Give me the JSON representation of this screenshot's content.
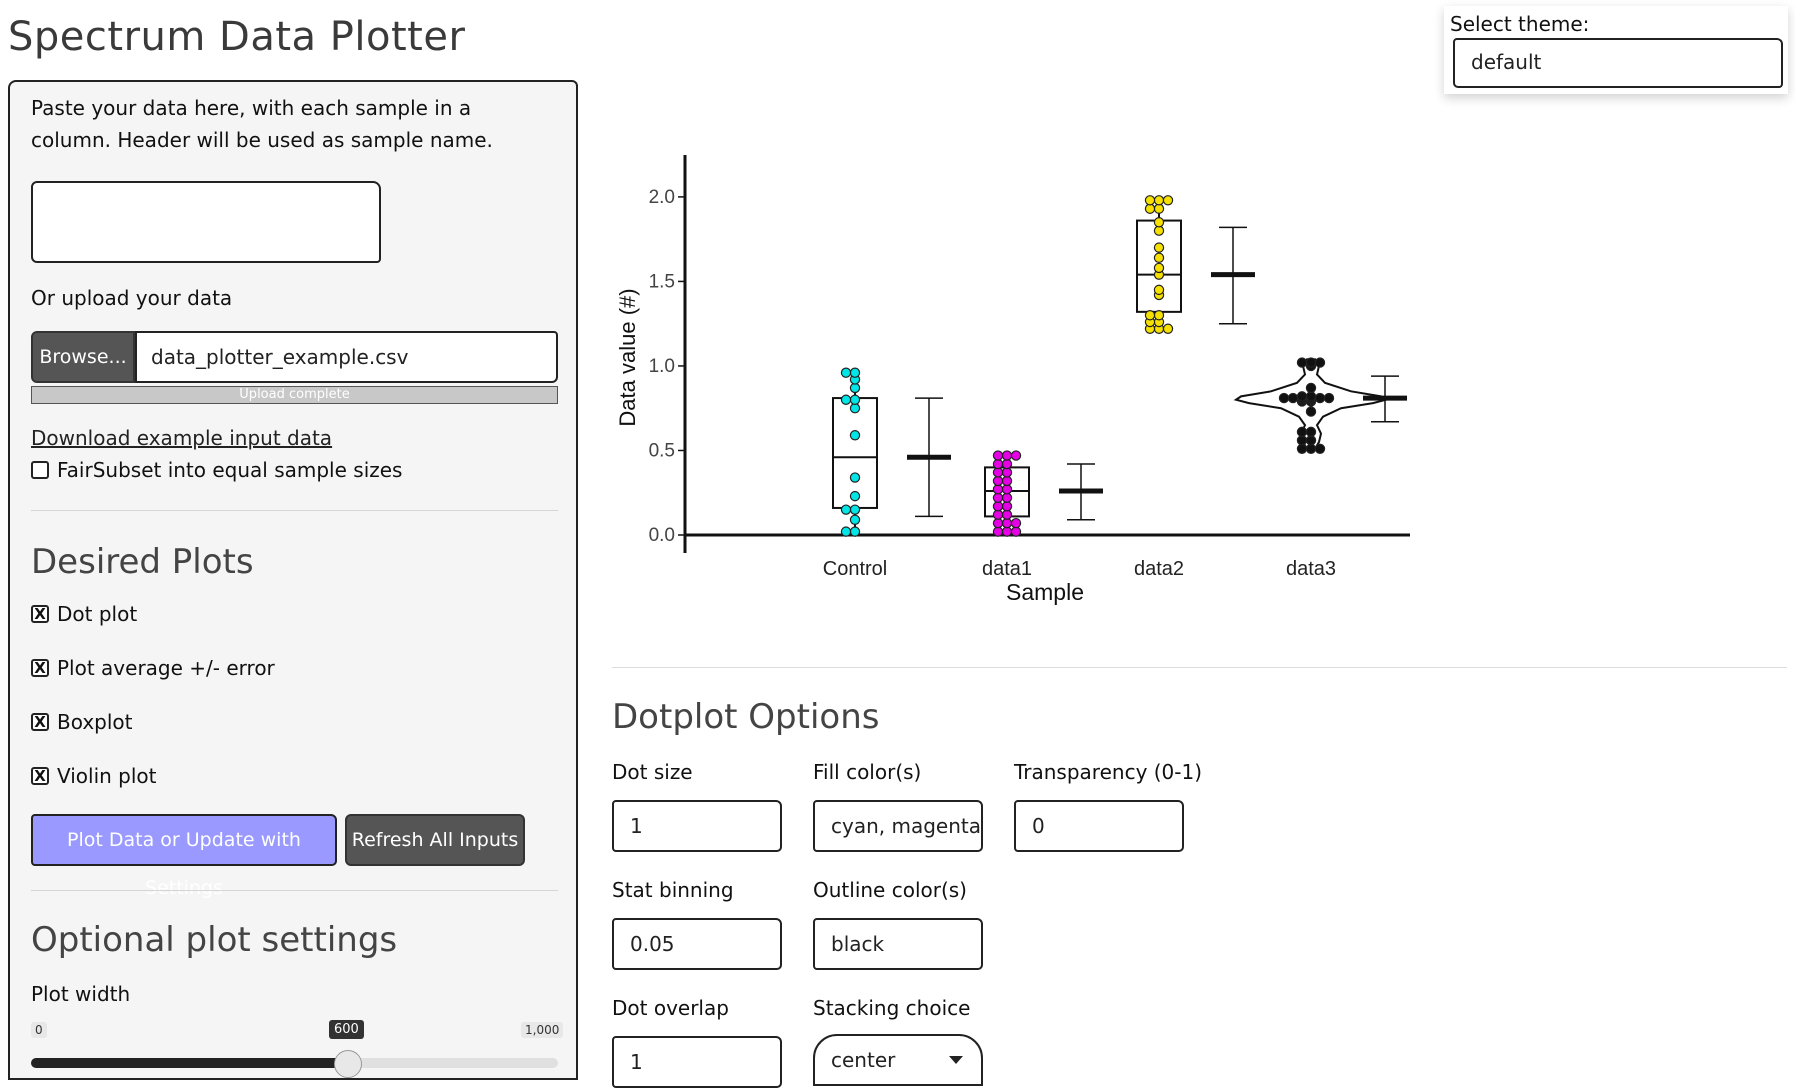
{
  "app_title": "Spectrum Data Plotter",
  "theme": {
    "label": "Select theme:",
    "value": "default"
  },
  "sidebar": {
    "paste_instructions_line1": "Paste your data here, with each sample in a",
    "paste_instructions_line2": "column. Header will be used as sample name.",
    "upload_label": "Or upload your data",
    "browse_button": "Browse...",
    "file_name": "data_plotter_example.csv",
    "upload_status": "Upload complete",
    "download_link": "Download example input data",
    "fair_subset_label": "FairSubset into equal sample sizes",
    "fair_subset_checked": false,
    "desired_plots_heading": "Desired Plots",
    "plots": [
      {
        "label": "Dot plot",
        "checked": true
      },
      {
        "label": "Plot average +/- error",
        "checked": true
      },
      {
        "label": "Boxplot",
        "checked": true
      },
      {
        "label": "Violin plot",
        "checked": true
      }
    ],
    "plot_button": "Plot Data or Update with Settings",
    "refresh_button": "Refresh All Inputs",
    "optional_heading": "Optional plot settings",
    "plot_width_label": "Plot width",
    "plot_width": {
      "min": "0",
      "max": "1,000",
      "value": "600",
      "fraction": 0.6
    }
  },
  "dotplot": {
    "heading": "Dotplot Options",
    "dot_size_label": "Dot size",
    "dot_size": "1",
    "fill_colors_label": "Fill color(s)",
    "fill_colors": "cyan, magenta, ye",
    "transparency_label": "Transparency (0-1)",
    "transparency": "0",
    "stat_binning_label": "Stat binning",
    "stat_binning": "0.05",
    "outline_label": "Outline color(s)",
    "outline": "black",
    "overlap_label": "Dot overlap",
    "overlap": "1",
    "stacking_label": "Stacking choice",
    "stacking": "center"
  },
  "chart_data": {
    "type": "box+dot+violin",
    "xlabel": "Sample",
    "ylabel": "Data value (#)",
    "ylim": [
      0,
      2.1
    ],
    "yticks": [
      "0.0",
      "0.5",
      "1.0",
      "1.5",
      "2.0"
    ],
    "categories": [
      "Control",
      "data1",
      "data2",
      "data3"
    ],
    "colors": [
      "#00e5e5",
      "#e600e6",
      "#f5e000",
      "#111111"
    ],
    "box": [
      {
        "q1": 0.16,
        "median": 0.46,
        "q3": 0.81,
        "min": 0.02,
        "max": 0.97
      },
      {
        "q1": 0.11,
        "median": 0.26,
        "q3": 0.4,
        "min": 0.02,
        "max": 0.48
      },
      {
        "q1": 1.32,
        "median": 1.54,
        "q3": 1.86,
        "min": 1.22,
        "max": 1.99
      },
      null
    ],
    "mean_error": [
      {
        "mean": 0.46,
        "low": 0.11,
        "high": 0.81
      },
      {
        "mean": 0.26,
        "low": 0.09,
        "high": 0.42
      },
      {
        "mean": 1.54,
        "low": 1.25,
        "high": 1.82
      },
      {
        "mean": 0.81,
        "low": 0.67,
        "high": 0.94
      }
    ],
    "dots": [
      [
        0.02,
        0.02,
        0.09,
        0.15,
        0.15,
        0.23,
        0.34,
        0.59,
        0.75,
        0.8,
        0.8,
        0.87,
        0.92,
        0.96,
        0.96
      ],
      [
        0.02,
        0.02,
        0.02,
        0.07,
        0.07,
        0.07,
        0.12,
        0.12,
        0.17,
        0.17,
        0.22,
        0.22,
        0.27,
        0.27,
        0.32,
        0.32,
        0.37,
        0.37,
        0.42,
        0.42,
        0.47,
        0.47,
        0.47
      ],
      [
        1.22,
        1.22,
        1.22,
        1.26,
        1.26,
        1.3,
        1.3,
        1.42,
        1.45,
        1.54,
        1.58,
        1.64,
        1.7,
        1.8,
        1.85,
        1.93,
        1.93,
        1.98,
        1.98,
        1.98
      ],
      [
        0.51,
        0.51,
        0.51,
        0.56,
        0.56,
        0.61,
        0.61,
        0.73,
        0.79,
        0.79,
        0.8,
        0.8,
        0.81,
        0.81,
        0.81,
        0.81,
        0.81,
        0.81,
        0.82,
        0.82,
        0.87,
        1.0,
        1.02,
        1.02,
        1.02
      ]
    ]
  }
}
